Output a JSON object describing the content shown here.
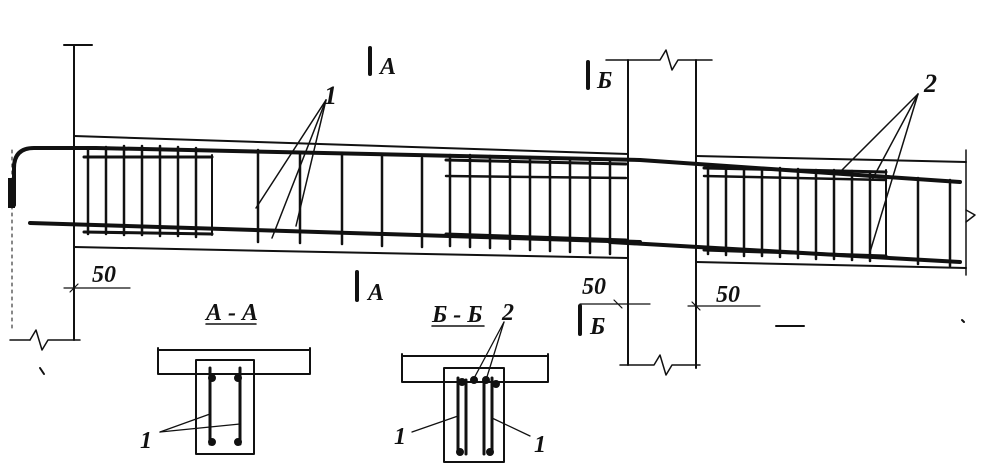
{
  "labels": {
    "callout_1": "1",
    "callout_2": "2",
    "section_a": "А",
    "section_b": "Б",
    "dim_50_left": "50",
    "dim_50_mid": "50",
    "dim_50_right": "50",
    "section_aa_title": "А - А",
    "section_bb_title": "Б - Б",
    "aa_callout_1": "1",
    "bb_callout_2": "2",
    "bb_callout_1_left": "1",
    "bb_callout_1_right": "1"
  },
  "colors": {
    "ink": "#111111",
    "paper": "#ffffff"
  }
}
